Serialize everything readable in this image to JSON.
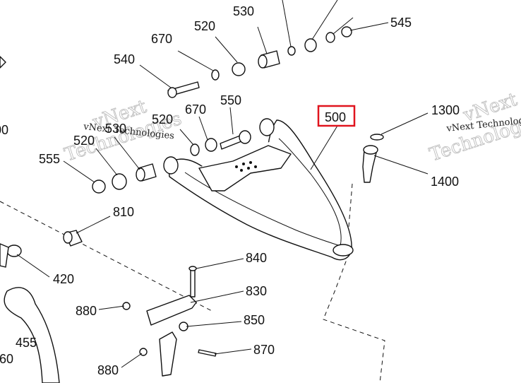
{
  "diagram": {
    "highlighted_callout": "500",
    "highlight_color": "#e0141e",
    "callouts": [
      {
        "id": "c530a",
        "text": "530"
      },
      {
        "id": "c520a",
        "text": "520"
      },
      {
        "id": "c670a",
        "text": "670"
      },
      {
        "id": "c545",
        "text": "545"
      },
      {
        "id": "c540",
        "text": "540"
      },
      {
        "id": "c550",
        "text": "550"
      },
      {
        "id": "c670b",
        "text": "670"
      },
      {
        "id": "c520b",
        "text": "520"
      },
      {
        "id": "c530b",
        "text": "530"
      },
      {
        "id": "c520c",
        "text": "520"
      },
      {
        "id": "c555",
        "text": "555"
      },
      {
        "id": "c500",
        "text": "500"
      },
      {
        "id": "c1300",
        "text": "1300"
      },
      {
        "id": "c1400",
        "text": "1400"
      },
      {
        "id": "c810",
        "text": "810"
      },
      {
        "id": "c420",
        "text": "420"
      },
      {
        "id": "c840",
        "text": "840"
      },
      {
        "id": "c830",
        "text": "830"
      },
      {
        "id": "c880a",
        "text": "880"
      },
      {
        "id": "c850",
        "text": "850"
      },
      {
        "id": "c870",
        "text": "870"
      },
      {
        "id": "c880b",
        "text": "880"
      },
      {
        "id": "c455",
        "text": "455"
      },
      {
        "id": "c60",
        "text": "60"
      },
      {
        "id": "c00",
        "text": "00"
      }
    ],
    "watermark": {
      "company": "vNext Technologies",
      "line1": "vNext",
      "line2": "Technologies"
    }
  }
}
